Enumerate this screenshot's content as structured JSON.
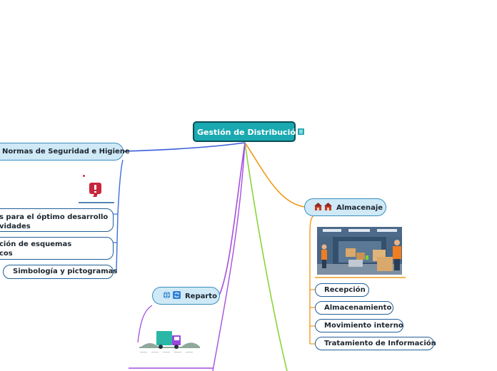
{
  "central": {
    "title": "Gestión de Distribución"
  },
  "branches": {
    "seguridad": {
      "label": "Normas de Seguridad e Higiene",
      "children": [
        "s para el óptimo desarrollo",
        "vidades",
        "ción de esquemas",
        "cos",
        "Simbología y pictogramas"
      ]
    },
    "almacenaje": {
      "label": "Almacenaje",
      "children": [
        "Recepción",
        "Almacenamiento",
        "Movimiento interno",
        "Tratamiento de Información"
      ]
    },
    "reparto": {
      "label": "Reparto"
    }
  },
  "icons": {
    "central_note": "note-icon",
    "almacenaje": [
      "warehouse-boxes-icon",
      "warehouse-boxes-icon"
    ],
    "reparto": [
      "globe-icon",
      "refresh-icon"
    ]
  },
  "colors": {
    "central_bg": "#1aa9b0",
    "main_bg": "#cfe9f6",
    "link_seguridad": "#3b5fd9",
    "link_almacenaje": "#f39a1c",
    "link_reparto": "#a44fe0",
    "link_green": "#8ad43a"
  }
}
